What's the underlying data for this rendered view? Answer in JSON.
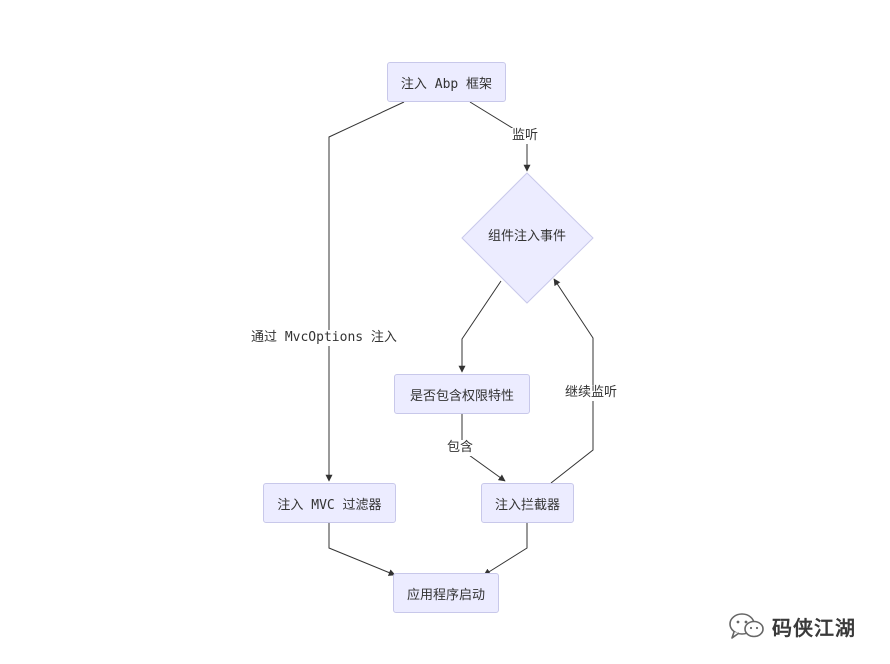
{
  "nodes": {
    "inject_abp": "注入 Abp 框架",
    "component_event": "组件注入事件",
    "has_auth": "是否包含权限特性",
    "inject_mvc": "注入 MVC 过滤器",
    "interceptor": "注入拦截器",
    "app_start": "应用程序启动"
  },
  "edges": {
    "listen": "监听",
    "via_mvc": "通过 MvcOptions 注入",
    "contains": "包含",
    "continue_listen": "继续监听"
  },
  "colors": {
    "node_fill": "#ececff",
    "node_stroke": "#c8c8ea",
    "edge": "#333333"
  },
  "watermark": {
    "text": "码侠江湖",
    "icon": "wechat-icon"
  }
}
